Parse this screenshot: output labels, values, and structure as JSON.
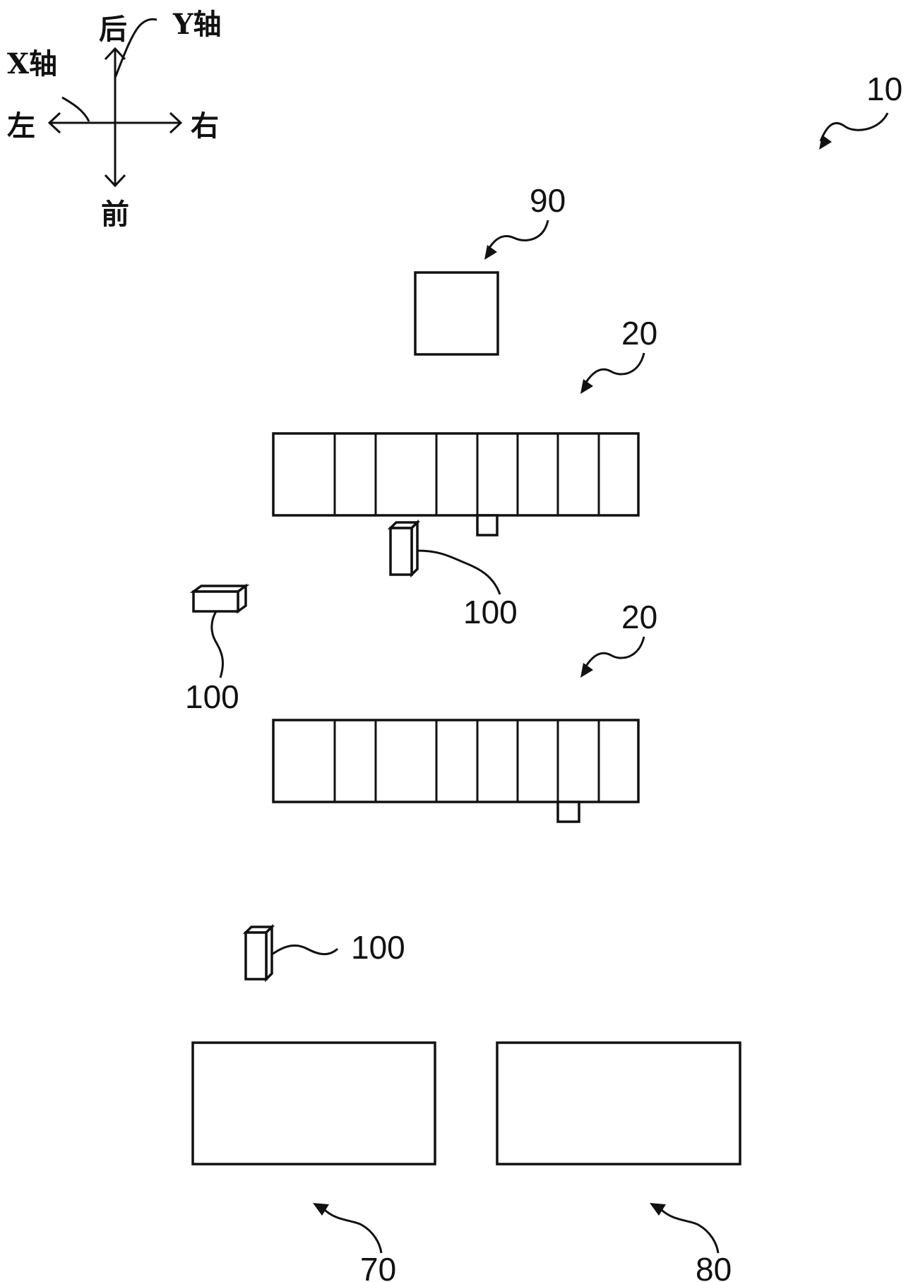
{
  "figure_label": "10",
  "axes": {
    "x_axis": "X轴",
    "y_axis": "Y轴",
    "left": "左",
    "right": "右",
    "back": "后",
    "front": "前"
  },
  "components": {
    "block_90": "90",
    "rack_upper": "20",
    "rack_lower": "20",
    "robot_a": "100",
    "robot_b": "100",
    "robot_c": "100",
    "station_70": "70",
    "station_80": "80"
  }
}
